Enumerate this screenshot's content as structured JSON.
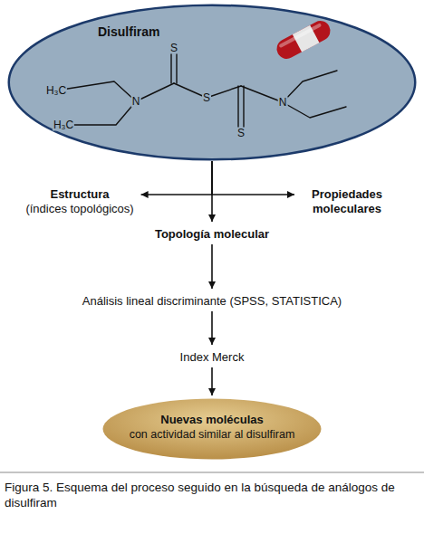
{
  "diagram": {
    "caption": "Figura 5. Esquema del proceso seguido en la búsqueda de análogos de disulfiram",
    "nodes": [
      {
        "text": [
          "Disulfiram"
        ]
      },
      {
        "text": [
          "Estructura",
          "(índices topológicos)"
        ]
      },
      {
        "text": [
          "Propiedades moleculares"
        ]
      },
      {
        "text": [
          "Topología molecular"
        ]
      },
      {
        "text": [
          "Análisis lineal discriminante (SPSS, STATISTICA)"
        ]
      },
      {
        "text": [
          "Index Merck"
        ]
      },
      {
        "text": [
          "Nuevas moléculas",
          "con actividad similar al disulfiram"
        ]
      }
    ],
    "edges": [
      {
        "from": 0,
        "to": 1,
        "arrow": "to"
      },
      {
        "from": 0,
        "to": 2,
        "arrow": "to"
      },
      {
        "from": 0,
        "to": 3,
        "arrow": "to"
      },
      {
        "from": 3,
        "to": 4,
        "arrow": "to"
      },
      {
        "from": 4,
        "to": 5,
        "arrow": "to"
      },
      {
        "from": 5,
        "to": 6,
        "arrow": "to"
      }
    ],
    "labels": [
      "S",
      "H₃C",
      "N",
      "S",
      "N",
      "H₃C",
      "S"
    ]
  }
}
